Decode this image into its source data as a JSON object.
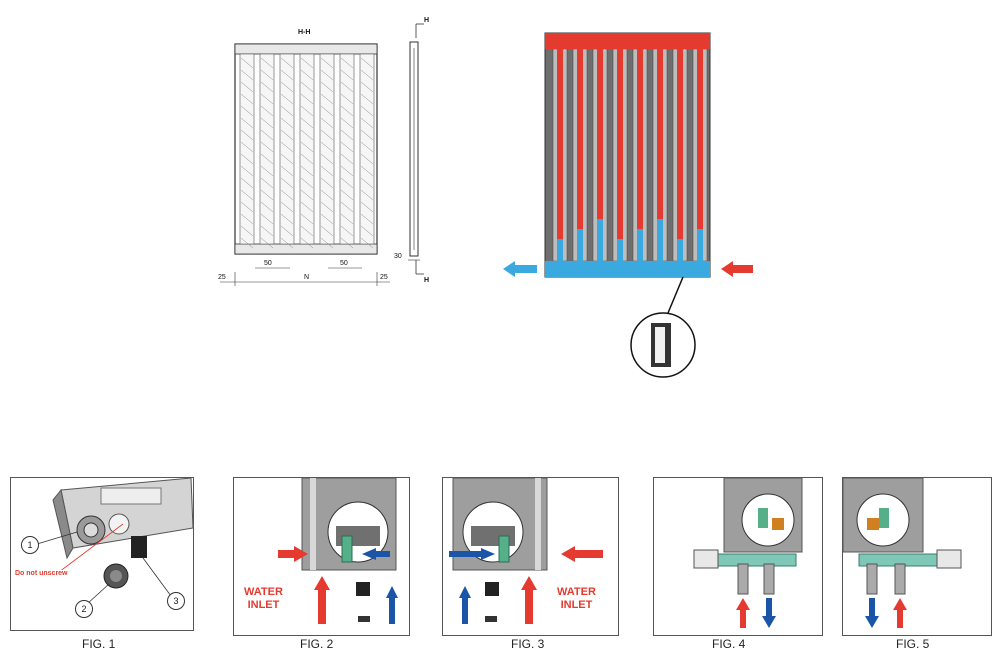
{
  "drawing": {
    "section_label": "H-H",
    "section_marker_top": "H",
    "section_marker_bottom": "H",
    "dim_left_margin": "25",
    "dim_pitch_left": "50",
    "dim_width": "N",
    "dim_pitch_right": "50",
    "dim_right_margin": "25",
    "dim_depth": "30"
  },
  "figures": {
    "fig1": {
      "label": "FIG. 1",
      "warning": "Do not unscrew",
      "callouts": [
        "1",
        "2",
        "3"
      ]
    },
    "fig2": {
      "label": "FIG. 2",
      "inlet_text": "WATER\nINLET"
    },
    "fig3": {
      "label": "FIG. 3",
      "inlet_text": "WATER\nINLET"
    },
    "fig4": {
      "label": "FIG. 4"
    },
    "fig5": {
      "label": "FIG. 5"
    }
  },
  "colors": {
    "hot": "#e53a2f",
    "cold": "#3aa9e0",
    "flow_blue": "#1a55a8"
  }
}
